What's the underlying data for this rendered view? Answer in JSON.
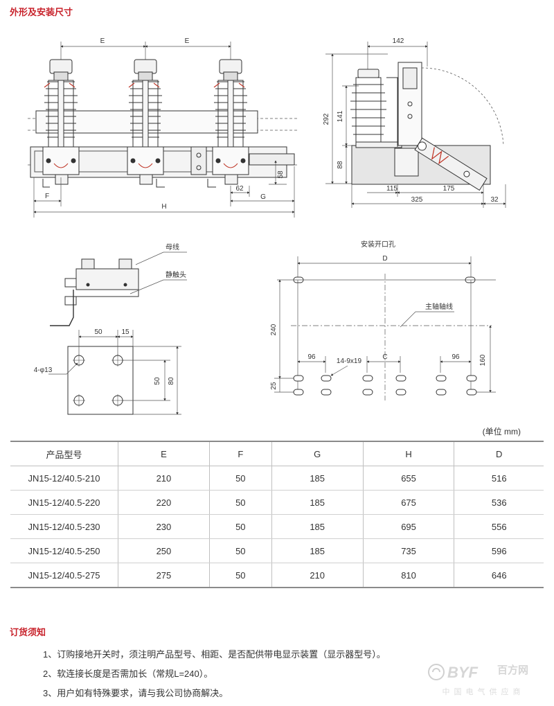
{
  "sections": {
    "dimensions_title": "外形及安装尺寸",
    "ordering_title": "订货须知"
  },
  "front_view": {
    "dim_E_left": "E",
    "dim_E_right": "E",
    "dim_F": "F",
    "dim_H": "H",
    "dim_G": "G",
    "dim_62": "62",
    "dim_58": "58"
  },
  "side_view": {
    "dim_142": "142",
    "dim_292": "292",
    "dim_141": "141",
    "dim_88": "88",
    "dim_115": "115",
    "dim_175": "175",
    "dim_325": "325",
    "dim_32": "32"
  },
  "busbar_detail": {
    "label_busbar": "母线",
    "label_static_contact": "静触头",
    "dim_50_top": "50",
    "dim_15": "15",
    "hole_spec": "4-φ13",
    "dim_50_side": "50",
    "dim_80": "80"
  },
  "mounting_plan": {
    "title": "安装开口孔",
    "dim_D": "D",
    "main_shaft_label": "主轴轴线",
    "dim_240": "240",
    "dim_96_left": "96",
    "slot_spec": "14-9x19",
    "dim_C": "C",
    "dim_96_right": "96",
    "dim_160": "160",
    "dim_25": "25"
  },
  "table": {
    "unit_note": "(单位 mm)",
    "headers": [
      "产品型号",
      "E",
      "F",
      "G",
      "H",
      "D"
    ],
    "rows": [
      [
        "JN15-12/40.5-210",
        "210",
        "50",
        "185",
        "655",
        "516"
      ],
      [
        "JN15-12/40.5-220",
        "220",
        "50",
        "185",
        "675",
        "536"
      ],
      [
        "JN15-12/40.5-230",
        "230",
        "50",
        "185",
        "695",
        "556"
      ],
      [
        "JN15-12/40.5-250",
        "250",
        "50",
        "185",
        "735",
        "596"
      ],
      [
        "JN15-12/40.5-275",
        "275",
        "50",
        "210",
        "810",
        "646"
      ]
    ]
  },
  "notes": [
    "1、订购接地开关时，须注明产品型号、相距、是否配供带电显示装置（显示器型号）。",
    "2、软连接长度是否需加长（常规L=240）。",
    "3、用户如有特殊要求，请与我公司协商解决。"
  ],
  "watermark": {
    "brand": "BYF",
    "brand_cn": "百方网",
    "tagline": "中国电气供应商"
  },
  "colors": {
    "accent_red": "#c8232c",
    "line": "#333333",
    "dim_line": "#555555",
    "insulator_fill": "#f2f2f2",
    "base_fill": "#e6e6e6",
    "spring_red": "#c0392b"
  }
}
